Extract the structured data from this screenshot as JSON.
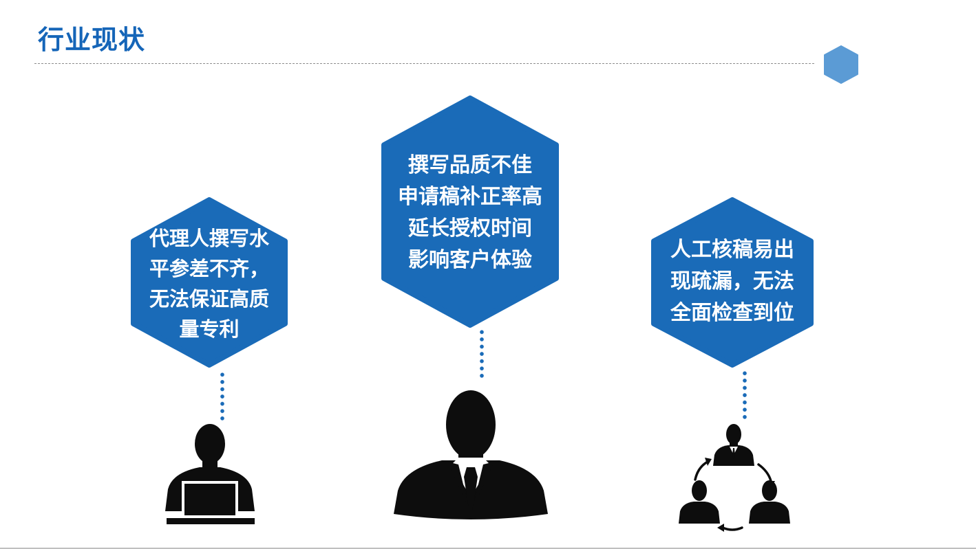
{
  "page": {
    "title": "行业现状"
  },
  "hexagons": [
    {
      "id": "left",
      "text": "代理人撰写水\n平参差不齐，\n无法保证高质\n量专利"
    },
    {
      "id": "center",
      "text": "撰写品质不佳\n申请稿补正率高\n延长授权时间\n影响客户体验"
    },
    {
      "id": "right",
      "text": "人工核稿易出\n现疏漏，无法\n全面检查到位"
    }
  ],
  "figures": [
    {
      "id": "left",
      "icon": "person-laptop-icon"
    },
    {
      "id": "center",
      "icon": "businessman-icon"
    },
    {
      "id": "right",
      "icon": "team-cycle-icon"
    }
  ],
  "colors": {
    "accent": "#1565b8",
    "hexagon_fill": "#1a6bb8",
    "decor_hexagon": "#5b9bd5",
    "silhouette": "#0d0d0d",
    "divider": "#8c8c8c"
  }
}
